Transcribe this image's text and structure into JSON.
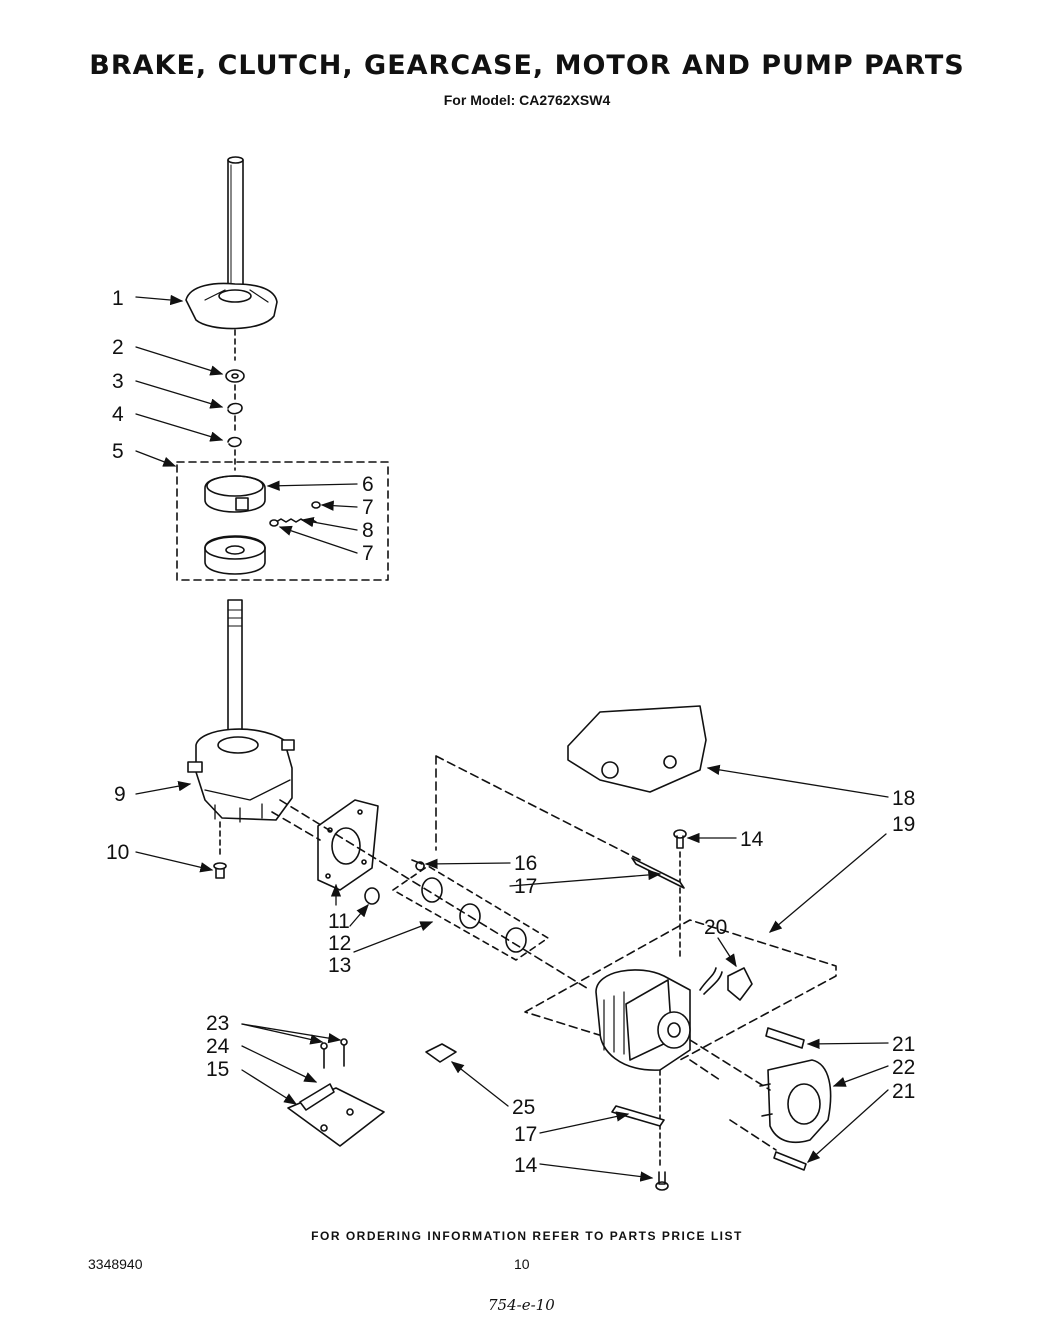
{
  "header": {
    "title": "BRAKE, CLUTCH, GEARCASE, MOTOR AND PUMP PARTS",
    "subtitle": "For Model:  CA2762XSW4"
  },
  "callouts": [
    "1",
    "2",
    "3",
    "4",
    "5",
    "6",
    "7",
    "8",
    "7",
    "9",
    "10",
    "11",
    "12",
    "13",
    "14",
    "16",
    "17",
    "18",
    "19",
    "20",
    "21",
    "22",
    "21",
    "23",
    "24",
    "15",
    "25",
    "17",
    "14"
  ],
  "footer": {
    "ordering_note": "FOR ORDERING INFORMATION REFER TO PARTS PRICE LIST",
    "doc_number": "3348940",
    "page_number": "10",
    "handwritten_note": "754-e-10"
  },
  "colors": {
    "ink": "#111111",
    "paper": "#ffffff"
  }
}
